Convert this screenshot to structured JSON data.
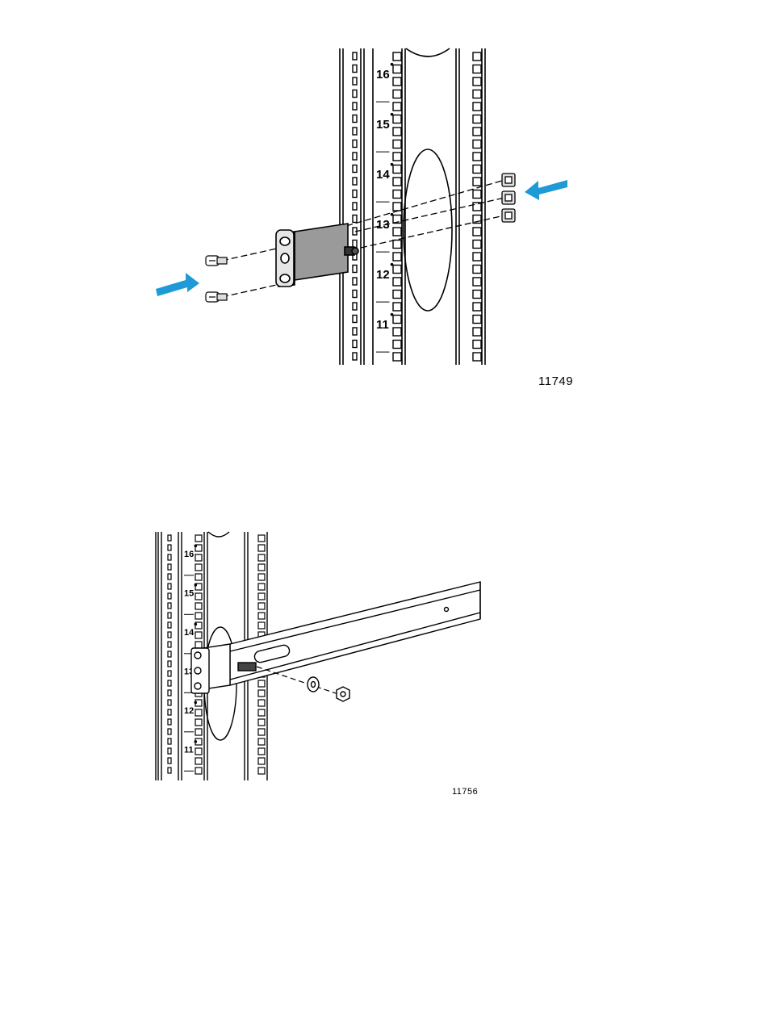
{
  "figures": [
    {
      "id": "11749",
      "rack_unit_labels": [
        "16",
        "15",
        "14",
        "13",
        "12",
        "11"
      ],
      "accent_color": "#1e9ad6",
      "parts": [
        "screw-icon",
        "screw-icon",
        "mounting-bracket",
        "cage-nut-icon",
        "cage-nut-icon",
        "cage-nut-icon",
        "arrow-icon",
        "arrow-icon"
      ]
    },
    {
      "id": "11756",
      "rack_unit_labels": [
        "16",
        "15",
        "14",
        "13",
        "12",
        "11"
      ],
      "parts": [
        "rail",
        "washer-icon",
        "nut-icon"
      ]
    }
  ]
}
